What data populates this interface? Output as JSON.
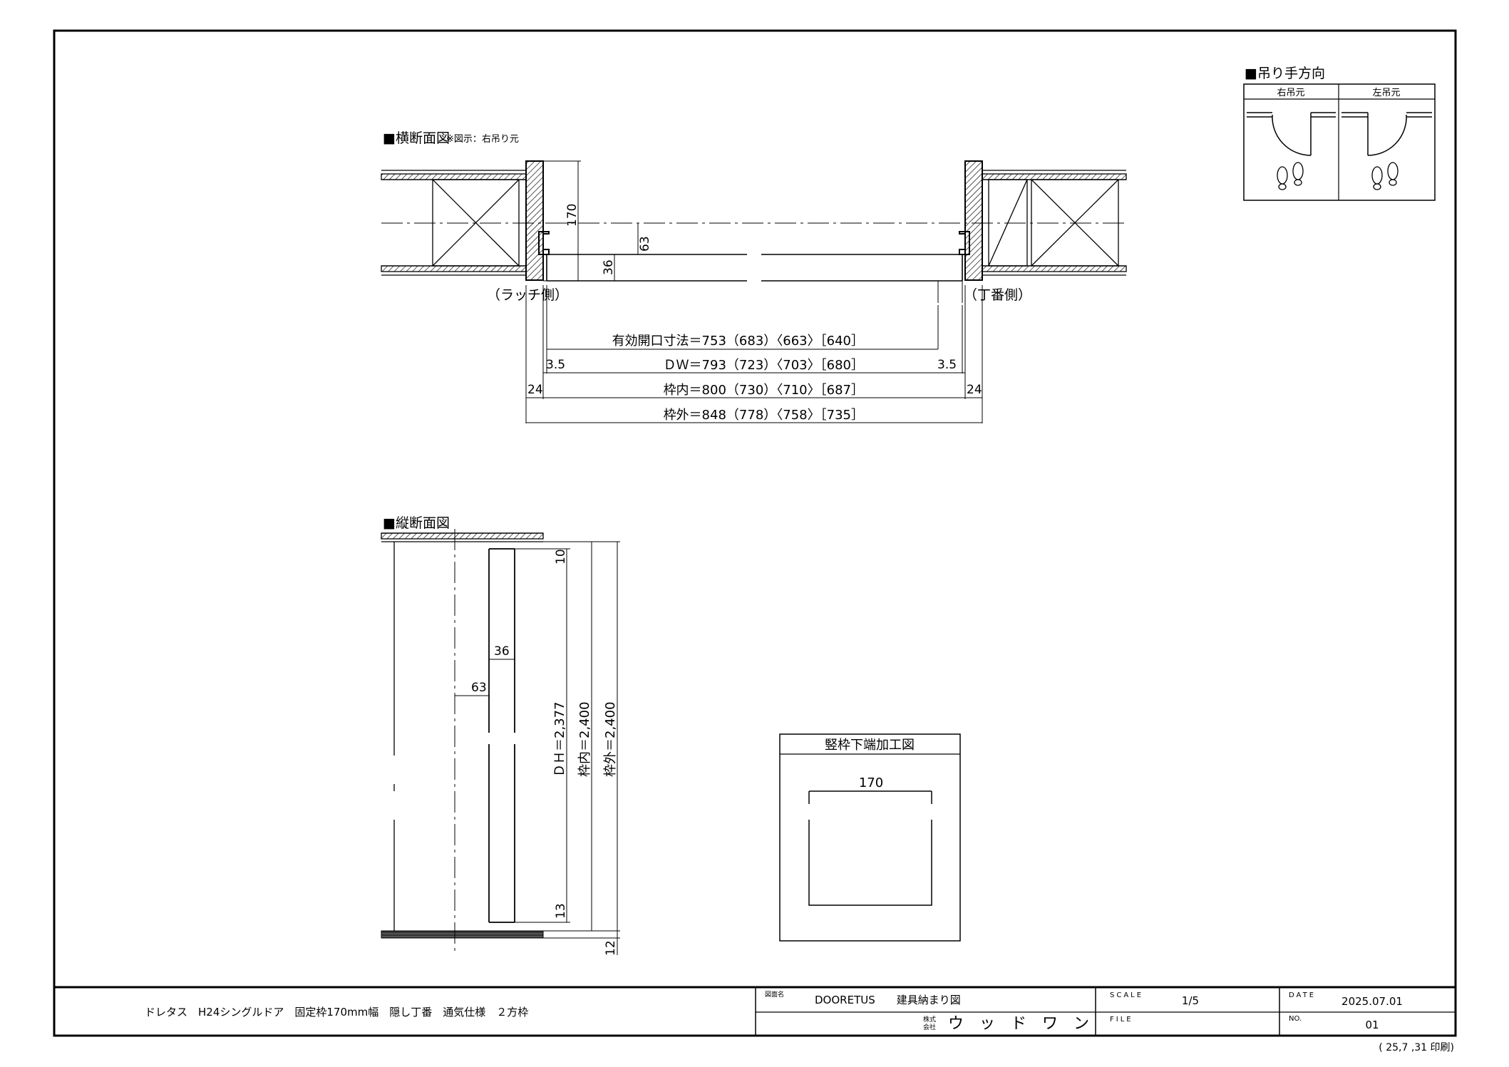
{
  "hinge_direction": {
    "title": "■吊り手方向",
    "right": "右吊元",
    "left": "左吊元"
  },
  "horizontal_section": {
    "title": "■横断面図",
    "note": "※図示：右吊り元",
    "latch_side": "（ラッチ側）",
    "hinge_side": "（丁番側）",
    "dim_170": "170",
    "dim_63": "63",
    "dim_36": "36",
    "opening": "有効開口寸法＝753（683）〈663〉［640］",
    "dw": "ＤＷ＝793（723）〈703〉［680］",
    "frame_inner": "枠内＝800（730）〈710〉［687］",
    "frame_outer": "枠外＝848（778）〈758〉［735］",
    "gap_left": "3.5",
    "gap_right": "3.5",
    "jamb_left": "24",
    "jamb_right": "24"
  },
  "vertical_section": {
    "title": "■縦断面図",
    "dim_10": "10",
    "dim_36": "36",
    "dim_63": "63",
    "dh": "ＤＨ＝2,377",
    "frame_inner": "枠内＝2,400",
    "frame_outer": "枠外＝2,400",
    "dim_13": "13",
    "dim_12": "12"
  },
  "jamb_detail": {
    "title": "竪枠下端加工図",
    "dim_170": "170"
  },
  "title_block": {
    "product": "ドレタス　H24シングルドア　固定枠170mm幅　隠し丁番　通気仕様　２方枠",
    "drawing_name_label": "図面名",
    "drawing_name": "DOORETUS　　建具納まり図",
    "company_label_top": "株式",
    "company_label_bottom": "会社",
    "company": "ウ　ッ　ド　ワ　ン",
    "scale_label": "SCALE",
    "scale": "1/5",
    "file_label": "FILE",
    "file": "",
    "date_label": "DATE",
    "date": "2025.07.01",
    "no_label": "NO.",
    "no": "01",
    "printed": "( 25,7 ,31 印刷)"
  }
}
